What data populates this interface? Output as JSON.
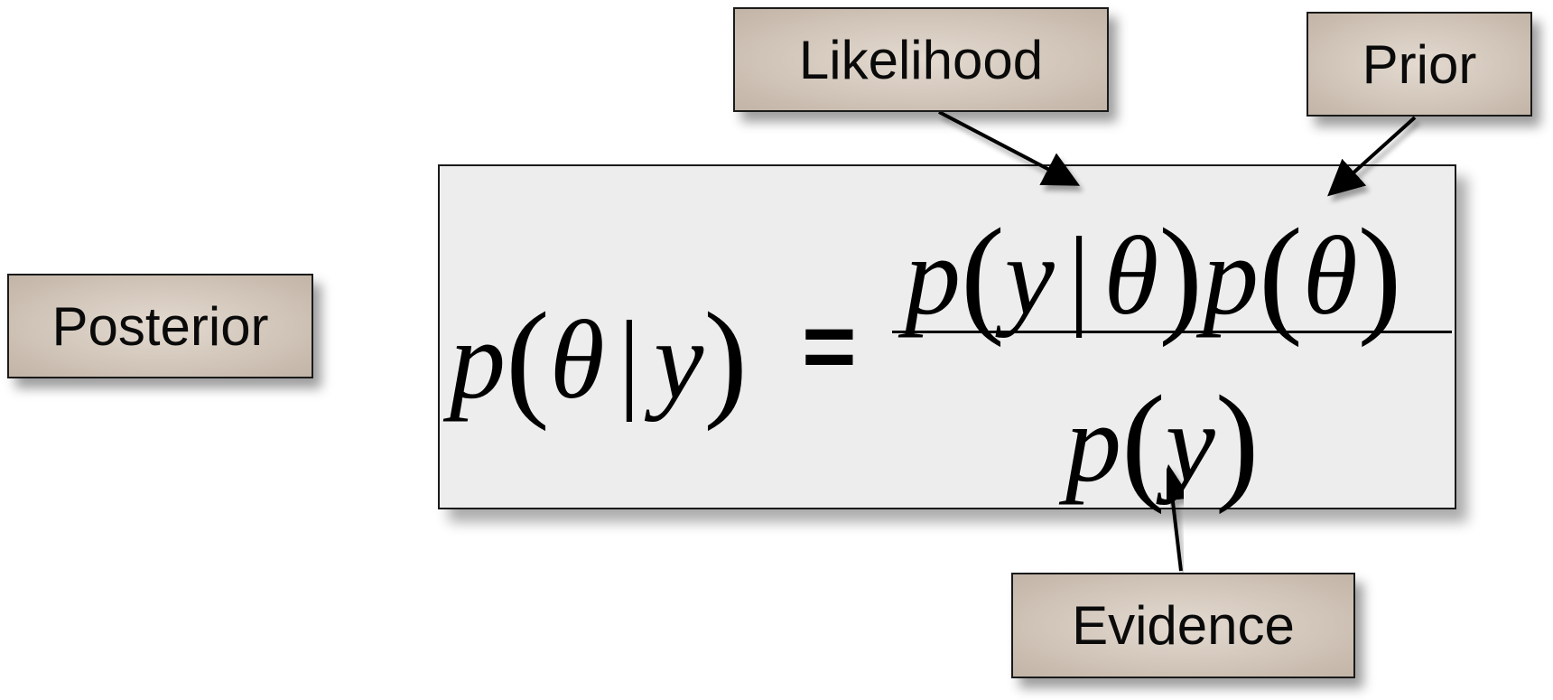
{
  "labels": {
    "likelihood": "Likelihood",
    "prior": "Prior",
    "posterior": "Posterior",
    "evidence": "Evidence"
  },
  "equation": {
    "lhs": {
      "p": "p",
      "open": "(",
      "theta": "θ",
      "bar": "|",
      "y": "y",
      "close": ")"
    },
    "equals": "=",
    "numerator": {
      "p1": "p",
      "open1": "(",
      "y": "y",
      "bar": "|",
      "theta1": "θ",
      "close1": ")",
      "p2": "p",
      "open2": "(",
      "theta2": "θ",
      "close2": ")"
    },
    "denominator": {
      "p": "p",
      "open": "(",
      "y": "y",
      "close": ")"
    }
  },
  "colors": {
    "label_fill": "#d2c6ba",
    "equation_fill": "#ededed",
    "stroke": "#1a1a1a"
  }
}
